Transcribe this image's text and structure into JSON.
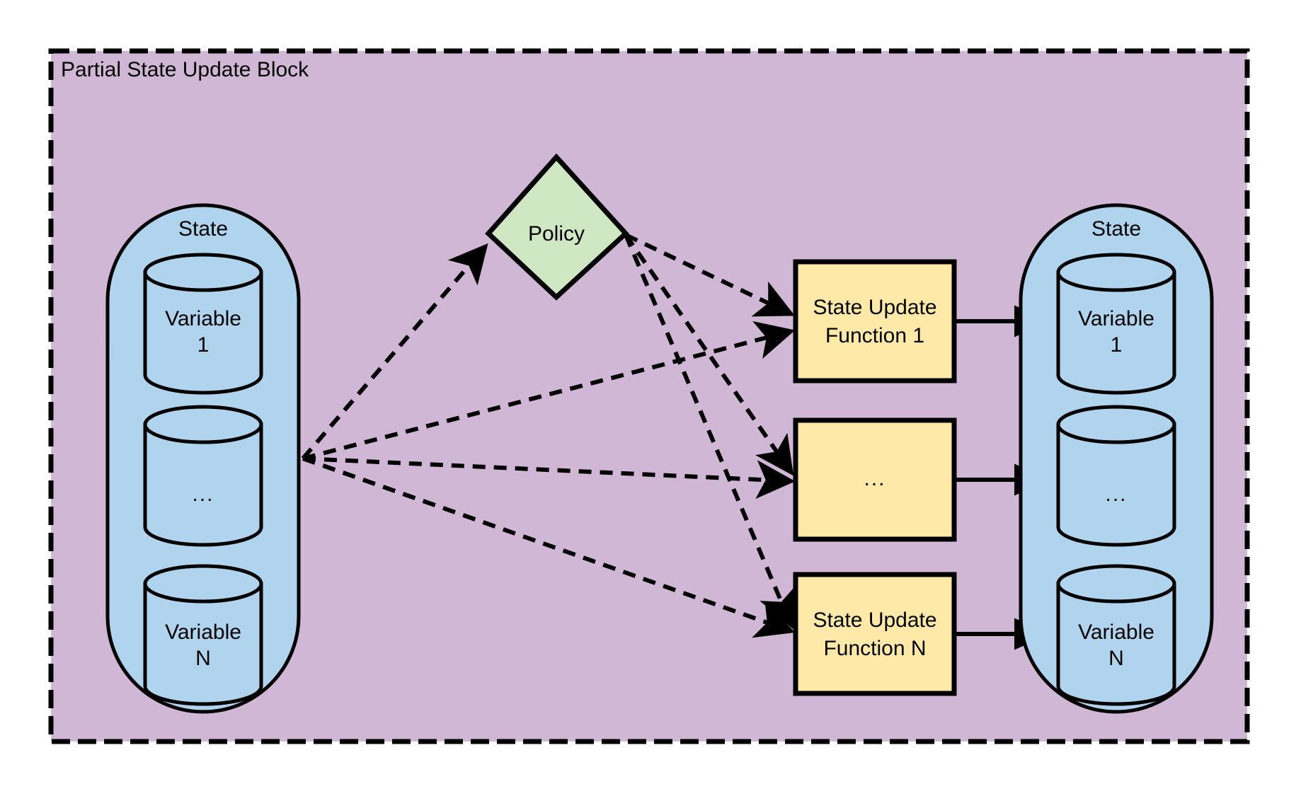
{
  "block": {
    "title": "Partial State Update Block",
    "fill": "#d0b7d5",
    "stroke": "#000000",
    "border_style": "dashed"
  },
  "colors": {
    "state_container": "#b1d4ee",
    "variable_cylinder": "#b1d4ee",
    "policy": "#cfe8c3",
    "update_function": "#ffe9a8",
    "stroke": "#000000",
    "canvas": "#ffffff"
  },
  "input_state": {
    "label": "State",
    "variables": [
      {
        "label_line1": "Variable",
        "label_line2": "1"
      },
      {
        "label_line1": "...",
        "label_line2": ""
      },
      {
        "label_line1": "Variable",
        "label_line2": "N"
      }
    ]
  },
  "output_state": {
    "label": "State",
    "variables": [
      {
        "label_line1": "Variable",
        "label_line2": "1"
      },
      {
        "label_line1": "...",
        "label_line2": ""
      },
      {
        "label_line1": "Variable",
        "label_line2": "N"
      }
    ]
  },
  "policy": {
    "label": "Policy",
    "shape": "diamond"
  },
  "update_functions": [
    {
      "label_line1": "State Update",
      "label_line2": "Function 1"
    },
    {
      "label_line1": "...",
      "label_line2": ""
    },
    {
      "label_line1": "State Update",
      "label_line2": "Function N"
    }
  ],
  "edges": {
    "state_to_policy": {
      "style": "dashed",
      "arrow": "open"
    },
    "state_to_update_functions": {
      "style": "dashed",
      "arrow": "open",
      "count": 3
    },
    "policy_to_update_functions": {
      "style": "dashed",
      "arrow": "open",
      "count": 3
    },
    "update_function_to_variable": {
      "style": "solid",
      "arrow": "filled",
      "count": 3
    }
  }
}
